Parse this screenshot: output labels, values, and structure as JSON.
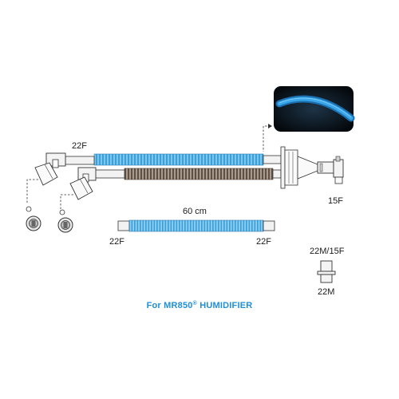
{
  "labels": {
    "upper_port": "22F",
    "tube_length": "60 cm",
    "extension_left": "22F",
    "extension_right": "22F",
    "patient_port": "15F",
    "adapter_top": "22M/15F",
    "adapter_bottom": "22M"
  },
  "caption": {
    "prefix": "For MR850",
    "mark": "®",
    "suffix": " HUMIDIFIER"
  },
  "colors": {
    "caption": "#1f8fd6",
    "inspiratory_tube": "#5ab4e6",
    "expiratory_tube": "#7a6a5c",
    "outline": "#333333",
    "inset_background": "#0b1620",
    "inset_wire": "#2f9be0"
  },
  "icons": [
    "temperature-probe-icon",
    "heater-plug-icon",
    "elbow-connector-icon",
    "wye-piece-icon"
  ]
}
